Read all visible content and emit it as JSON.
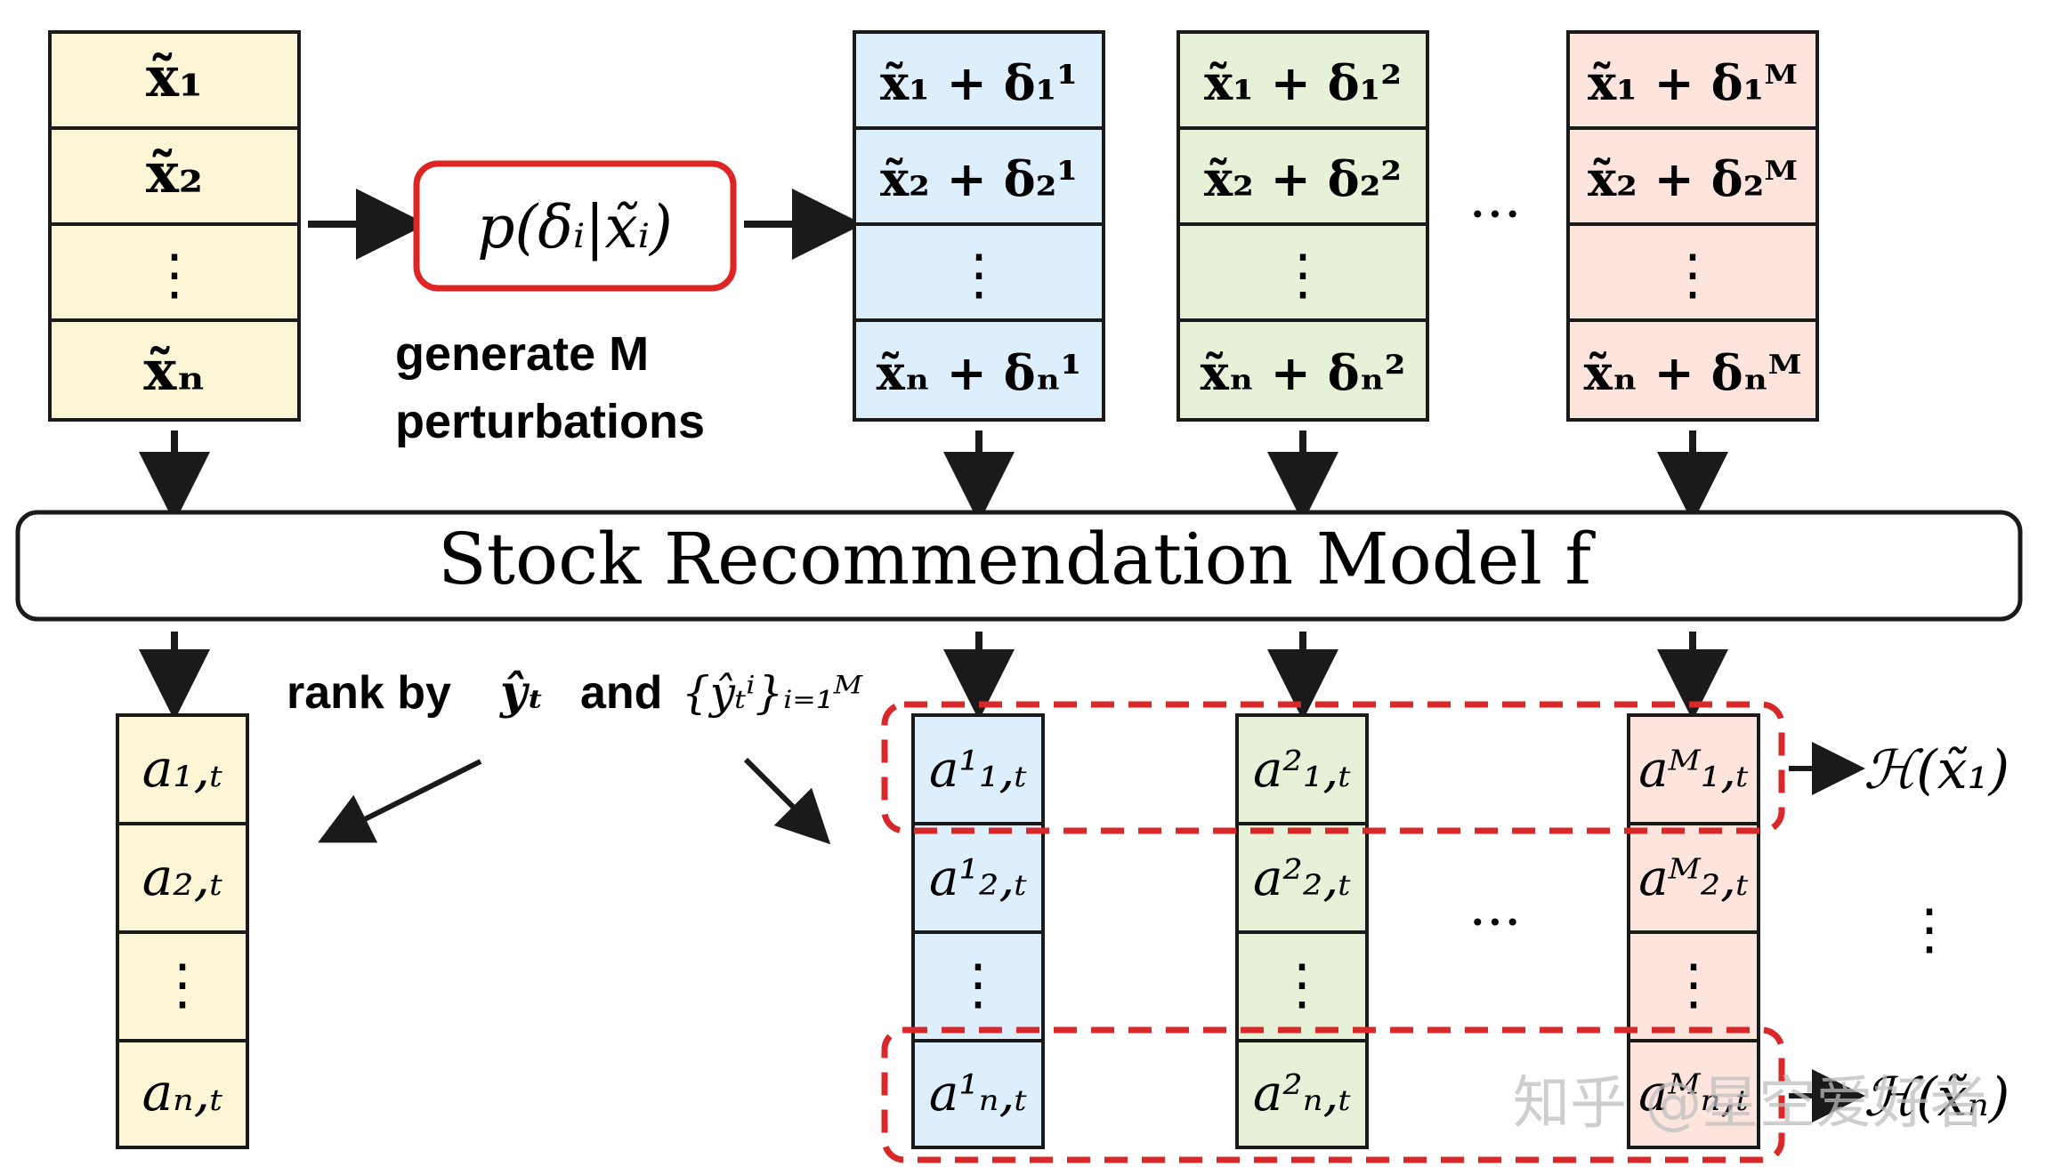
{
  "colors": {
    "yellow_fill": "#fcf6d6",
    "blue_fill": "#ddeefc",
    "green_fill": "#e6f1d8",
    "red_fill": "#fde5dd",
    "outline": "#1a1a1a",
    "dashed_red": "#d8282a",
    "solid_red": "#e02424"
  },
  "input_column": {
    "cells": [
      "x̃₁",
      "x̃₂",
      "⋮",
      "x̃ₙ"
    ]
  },
  "sampler": {
    "formula": "p(δᵢ|x̃ᵢ)",
    "caption_line1": "generate M",
    "caption_line2": "perturbations"
  },
  "perturbed_columns": [
    {
      "cells": [
        "x̃₁ + δ₁¹",
        "x̃₂ + δ₂¹",
        "⋮",
        "x̃ₙ + δₙ¹"
      ]
    },
    {
      "cells": [
        "x̃₁ + δ₁²",
        "x̃₂ + δ₂²",
        "⋮",
        "x̃ₙ + δₙ²"
      ]
    },
    {
      "cells": [
        "x̃₁ + δ₁ᴹ",
        "x̃₂ + δ₂ᴹ",
        "⋮",
        "x̃ₙ + δₙᴹ"
      ]
    }
  ],
  "top_ellipsis": "···",
  "model": {
    "label": "Stock Recommendation Model f"
  },
  "rank": {
    "prefix": "rank by",
    "y_hat": "ŷₜ",
    "and": "and",
    "set": "{ŷₜⁱ}ᵢ₌₁ᴹ"
  },
  "output_column": {
    "cells": [
      "a₁,ₜ",
      "a₂,ₜ",
      "⋮",
      "aₙ,ₜ"
    ]
  },
  "ranked_columns": [
    {
      "cells": [
        "a¹₁,ₜ",
        "a¹₂,ₜ",
        "⋮",
        "a¹ₙ,ₜ"
      ]
    },
    {
      "cells": [
        "a²₁,ₜ",
        "a²₂,ₜ",
        "⋮",
        "a²ₙ,ₜ"
      ]
    },
    {
      "cells": [
        "aᴹ₁,ₜ",
        "aᴹ₂,ₜ",
        "⋮",
        "aᴹₙ,ₜ"
      ]
    }
  ],
  "bottom_ellipsis": "···",
  "entropy": {
    "first": "ℋ(x̃₁)",
    "vdots": "⋮",
    "last": "ℋ(x̃ₙ)"
  },
  "watermark": "知乎 @星空爱好者"
}
